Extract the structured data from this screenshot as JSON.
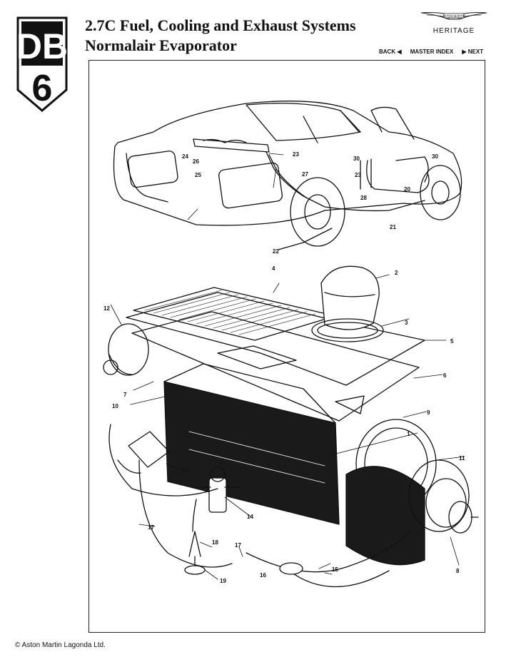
{
  "logo": {
    "text": "DB",
    "numeral": "6"
  },
  "header": {
    "title_line1": "2.7C Fuel, Cooling and Exhaust Systems",
    "title_line2": "Normalair Evaporator"
  },
  "brand": {
    "badge_text": "ASTON MARTIN",
    "subtitle": "HERITAGE"
  },
  "nav": {
    "back": "BACK ◀",
    "master_index": "MASTER INDEX",
    "next": "▶ NEXT"
  },
  "callouts": {
    "c1": "1",
    "c2": "2",
    "c3": "3",
    "c4": "4",
    "c5": "5",
    "c6": "6",
    "c7": "7",
    "c8": "8",
    "c9": "9",
    "c10": "10",
    "c11": "11",
    "c12": "12",
    "c13": "13",
    "c14": "14",
    "c15": "15",
    "c16": "16",
    "c17a": "17",
    "c17b": "17",
    "c18": "18",
    "c19": "19",
    "c20": "20",
    "c21": "21",
    "c22": "22",
    "c23a": "23",
    "c23b": "23",
    "c24": "24",
    "c25": "25",
    "c26": "26",
    "c27": "27",
    "c28": "28",
    "c30a": "30",
    "c30b": "30"
  },
  "footer": {
    "copyright": "© Aston Martin Lagonda Ltd."
  }
}
